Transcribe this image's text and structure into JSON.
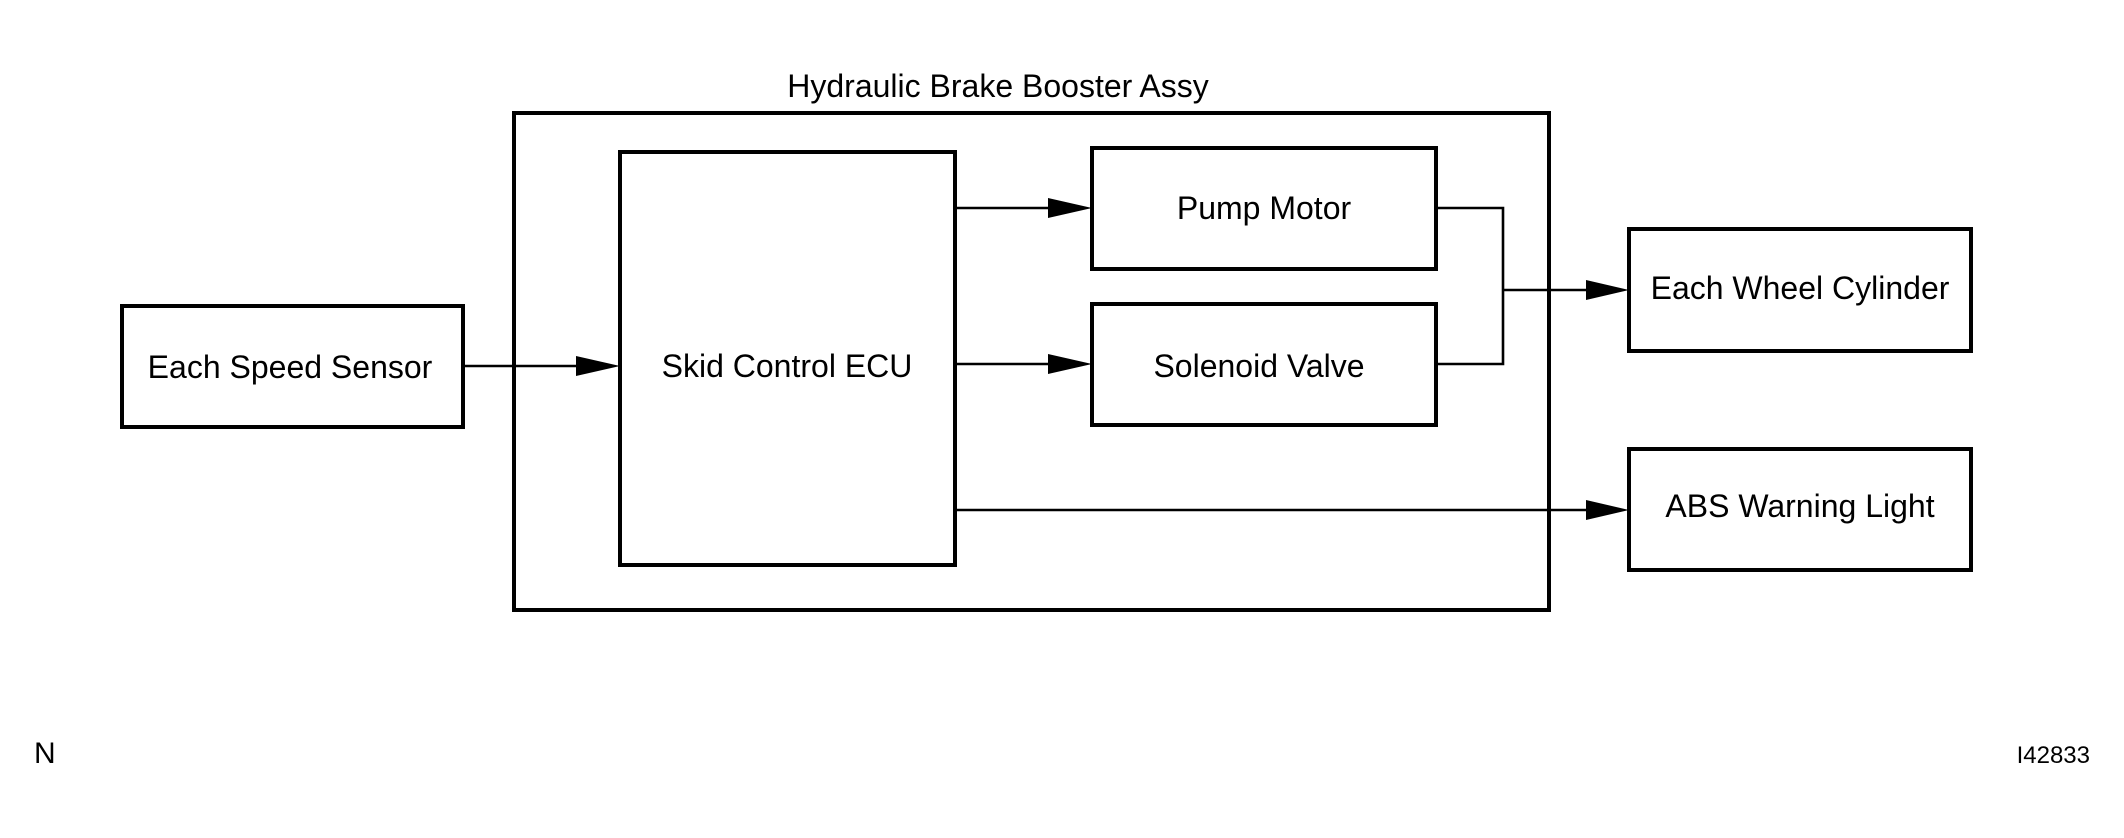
{
  "diagram": {
    "title": "Hydraulic Brake Booster Assy",
    "blocks": {
      "speed_sensor": "Each Speed Sensor",
      "skid_ecu": "Skid Control ECU",
      "pump_motor": "Pump Motor",
      "solenoid_valve": "Solenoid Valve",
      "wheel_cylinder": "Each Wheel Cylinder",
      "abs_light": "ABS Warning Light"
    },
    "corner_left": "N",
    "corner_right": "I42833"
  }
}
